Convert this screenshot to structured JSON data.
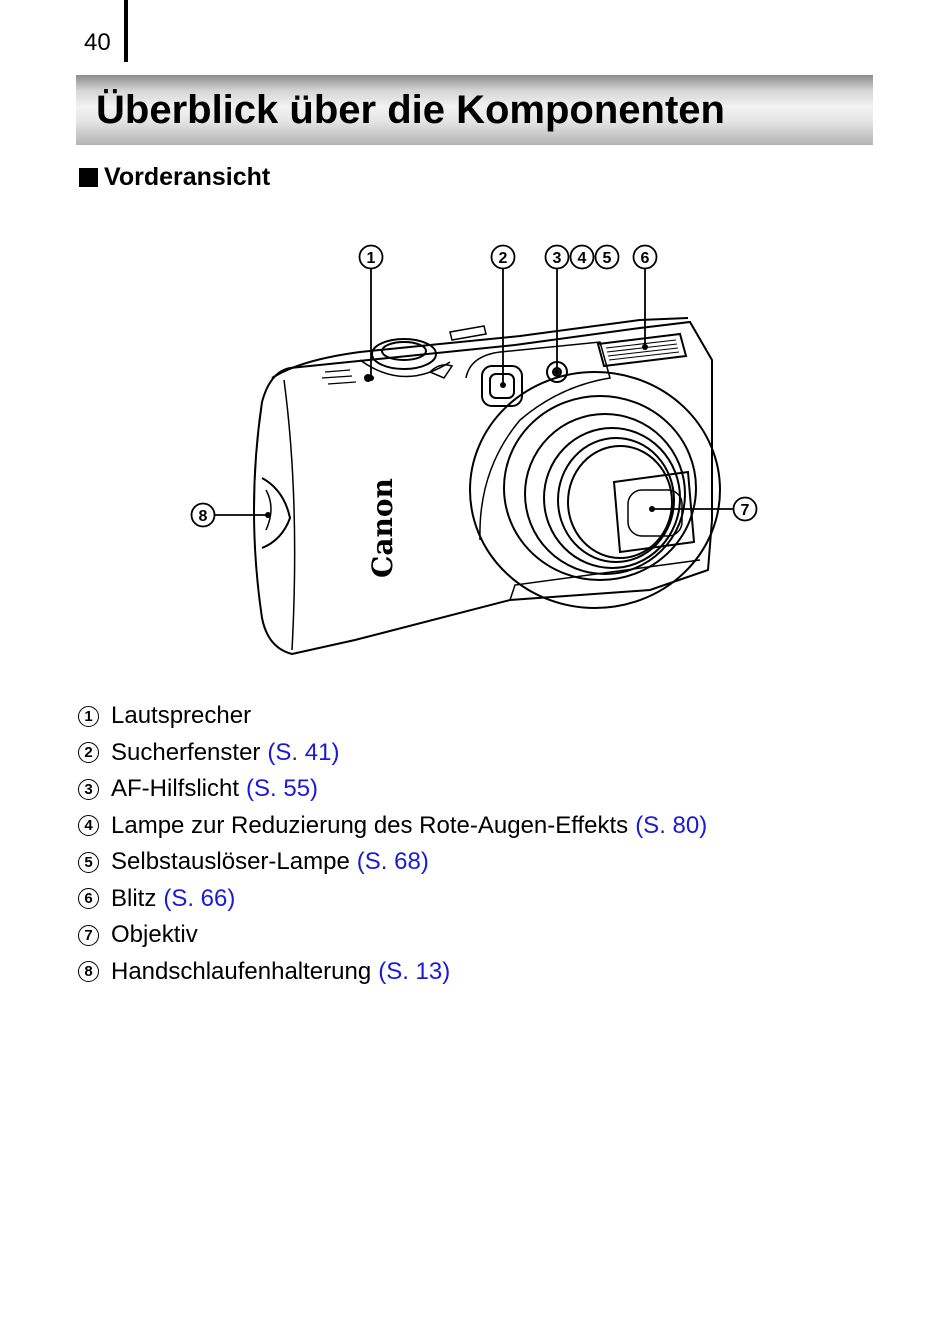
{
  "page": {
    "number": "40"
  },
  "header": {
    "title": "Überblick über die Komponenten"
  },
  "section": {
    "title": "Vorderansicht"
  },
  "figure": {
    "callouts": [
      "1",
      "2",
      "3",
      "4",
      "5",
      "6",
      "7",
      "8"
    ],
    "brand_text": "Canon"
  },
  "parts": [
    {
      "num": "1",
      "label": "Lautsprecher",
      "ref": ""
    },
    {
      "num": "2",
      "label": "Sucherfenster",
      "ref": "(S. 41)"
    },
    {
      "num": "3",
      "label": "AF-Hilfslicht",
      "ref": "(S. 55)"
    },
    {
      "num": "4",
      "label": "Lampe zur Reduzierung des Rote-Augen-Effekts",
      "ref": "(S. 80)"
    },
    {
      "num": "5",
      "label": "Selbstauslöser-Lampe",
      "ref": "(S. 68)"
    },
    {
      "num": "6",
      "label": "Blitz",
      "ref": "(S. 66)"
    },
    {
      "num": "7",
      "label": "Objektiv",
      "ref": ""
    },
    {
      "num": "8",
      "label": "Handschlaufenhalterung",
      "ref": "(S. 13)"
    }
  ],
  "colors": {
    "link": "#1a1ad6"
  }
}
